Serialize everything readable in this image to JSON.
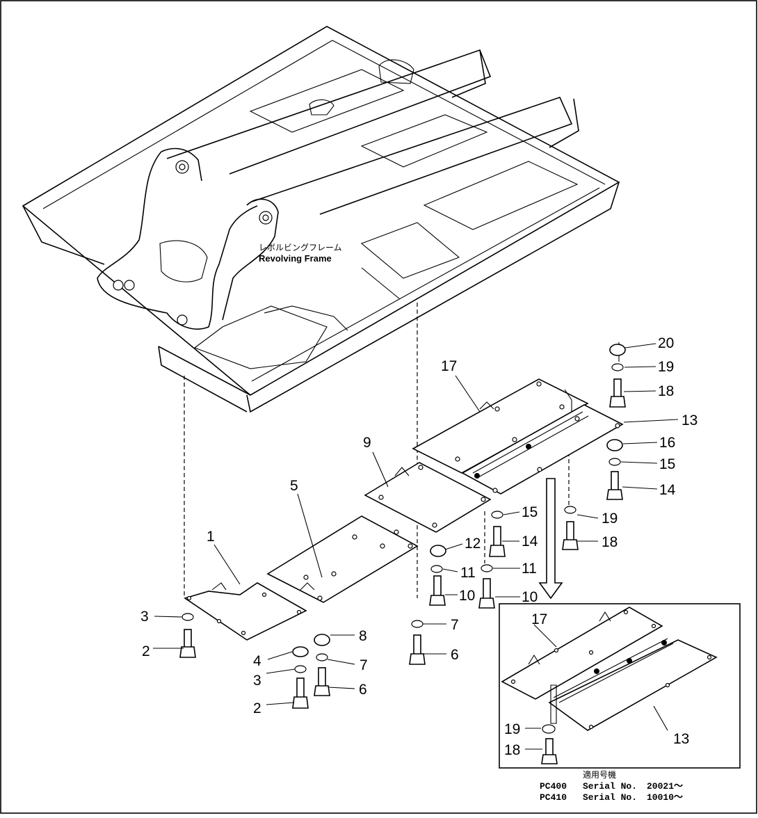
{
  "frame": {
    "label_jp": "レボルビングフレーム",
    "label_en": "Revolving Frame"
  },
  "callouts": [
    {
      "id": "c1",
      "text": "1"
    },
    {
      "id": "c2a",
      "text": "2"
    },
    {
      "id": "c3a",
      "text": "3"
    },
    {
      "id": "c2b",
      "text": "2"
    },
    {
      "id": "c3b",
      "text": "3"
    },
    {
      "id": "c4",
      "text": "4"
    },
    {
      "id": "c5",
      "text": "5"
    },
    {
      "id": "c6a",
      "text": "6"
    },
    {
      "id": "c7a",
      "text": "7"
    },
    {
      "id": "c8",
      "text": "8"
    },
    {
      "id": "c6b",
      "text": "6"
    },
    {
      "id": "c7b",
      "text": "7"
    },
    {
      "id": "c9",
      "text": "9"
    },
    {
      "id": "c10a",
      "text": "10"
    },
    {
      "id": "c11a",
      "text": "11"
    },
    {
      "id": "c12",
      "text": "12"
    },
    {
      "id": "c10b",
      "text": "10"
    },
    {
      "id": "c11b",
      "text": "11"
    },
    {
      "id": "c14a",
      "text": "14"
    },
    {
      "id": "c15a",
      "text": "15"
    },
    {
      "id": "c17",
      "text": "17"
    },
    {
      "id": "c13",
      "text": "13"
    },
    {
      "id": "c16",
      "text": "16"
    },
    {
      "id": "c15b",
      "text": "15"
    },
    {
      "id": "c14b",
      "text": "14"
    },
    {
      "id": "c20",
      "text": "20"
    },
    {
      "id": "c19a",
      "text": "19"
    },
    {
      "id": "c18a",
      "text": "18"
    },
    {
      "id": "c19b",
      "text": "19"
    },
    {
      "id": "c18b",
      "text": "18"
    },
    {
      "id": "c17i",
      "text": "17"
    },
    {
      "id": "c13i",
      "text": "13"
    },
    {
      "id": "c19i",
      "text": "19"
    },
    {
      "id": "c18i",
      "text": "18"
    }
  ],
  "serial_info": {
    "heading": "適用号機",
    "rows": [
      {
        "model": "PC400",
        "label": "Serial No.",
        "range": "20021～"
      },
      {
        "model": "PC410",
        "label": "Serial No.",
        "range": "10010～"
      }
    ]
  }
}
